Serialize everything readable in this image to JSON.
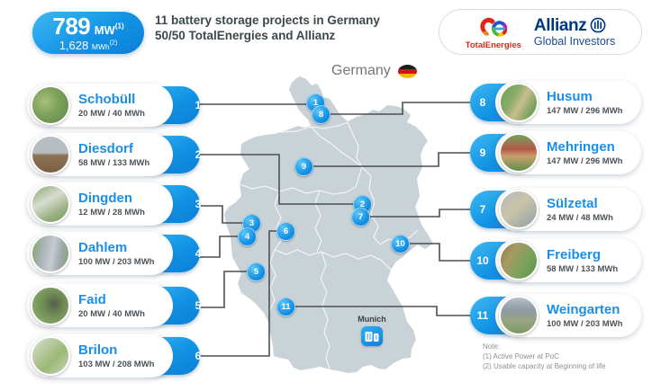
{
  "header": {
    "badge": {
      "power_value": "789",
      "power_unit": "MW",
      "power_sup": "(1)",
      "energy_value": "1,628",
      "energy_unit": "MWh",
      "energy_sup": "(2)"
    },
    "title_line1": "11 battery storage projects in Germany",
    "title_line2": "50/50 TotalEnergies and Allianz",
    "logos": {
      "totalenergies_word": "TotalEnergies",
      "allianz_word": "Allianz",
      "allianz_sub": "Global Investors"
    }
  },
  "map": {
    "country_label": "Germany",
    "city_label": "Munich",
    "markers": [
      {
        "n": "1"
      },
      {
        "n": "2"
      },
      {
        "n": "3"
      },
      {
        "n": "4"
      },
      {
        "n": "5"
      },
      {
        "n": "6"
      },
      {
        "n": "7"
      },
      {
        "n": "8"
      },
      {
        "n": "9"
      },
      {
        "n": "10"
      },
      {
        "n": "11"
      }
    ]
  },
  "projects_left": [
    {
      "num": "1",
      "name": "Schobüll",
      "capacity": "20 MW / 40 MWh",
      "photo_style": "background:radial-gradient(circle at 35% 40%,#a8c07a 0%,#7ba05b 45%,#5f8a49 100%)"
    },
    {
      "num": "2",
      "name": "Diesdorf",
      "capacity": "58 MW / 133 MWh",
      "photo_style": "background:linear-gradient(#b6bec2 0%,#b6bec2 45%,#8d7355 52%,#7a5f43 100%)"
    },
    {
      "num": "3",
      "name": "Dingden",
      "capacity": "12 MW / 28 MWh",
      "photo_style": "background:linear-gradient(150deg,#85a86a 0%,#d9dcd0 40%,#9db387 70%,#6f9a55 100%)"
    },
    {
      "num": "4",
      "name": "Dahlem",
      "capacity": "100 MW / 203 MWh",
      "photo_style": "background:linear-gradient(100deg,#7fa45f 0%,#aab3b9 30%,#c6ccd0 55%,#9fa8ae 75%,#7fa45f 100%)"
    },
    {
      "num": "5",
      "name": "Faid",
      "capacity": "20 MW / 40 MWh",
      "photo_style": "background:radial-gradient(circle at 60% 45%,#55604a 0%,#6e8a55 35%,#83a465 70%,#73955a 100%)"
    },
    {
      "num": "6",
      "name": "Brilon",
      "capacity": "103 MW / 208 MWh",
      "photo_style": "background:linear-gradient(135deg,#dfe3d3 0%,#bacba4 30%,#9ab977 60%,#c9d3b8 100%)"
    }
  ],
  "projects_right": [
    {
      "num": "8",
      "name": "Husum",
      "capacity": "147 MW / 296 MWh",
      "photo_style": "background:linear-gradient(120deg,#6f9e54 0%,#88ad68 35%,#c8bd8e 55%,#6f9e54 85%)"
    },
    {
      "num": "9",
      "name": "Mehringen",
      "capacity": "147 MW / 296 MWh",
      "photo_style": "background:linear-gradient(#74a35a 0%,#b3584a 40%,#c8a06a 60%,#5d8f48 100%)"
    },
    {
      "num": "7",
      "name": "Sülzetal",
      "capacity": "24 MW / 48 MWh",
      "photo_style": "background:linear-gradient(140deg,#b3b9bd 0%,#c9c3a8 45%,#a9b0a6 75%,#9aa19f 100%)"
    },
    {
      "num": "10",
      "name": "Freiberg",
      "capacity": "58 MW / 133 MWh",
      "photo_style": "background:linear-gradient(120deg,#8a7a50 0%,#a79a62 30%,#79a35c 65%,#5d8f48 100%)"
    },
    {
      "num": "11",
      "name": "Weingarten",
      "capacity": "100 MW / 203 MWh",
      "photo_style": "background:linear-gradient(#b9c0c6 0%,#8d9aa5 35%,#97a57f 65%,#7b9a62 100%)"
    }
  ],
  "note": {
    "title": "Note:",
    "line1": "(1) Active Power at PoC",
    "line2": "(2) Usable capacity at Beginning of life"
  },
  "colors": {
    "accent_blue": "#1b8fe8",
    "badge_blue_light": "#3db8f2",
    "badge_blue_dark": "#0a7ed6",
    "map_fill": "#c9d2d6",
    "connector_gray": "#4b4f52",
    "allianz_blue": "#003781",
    "totalenergies_red": "#e1251b",
    "flag_black": "#1e1e1e",
    "flag_red": "#d0121a",
    "flag_gold": "#f2b705"
  }
}
